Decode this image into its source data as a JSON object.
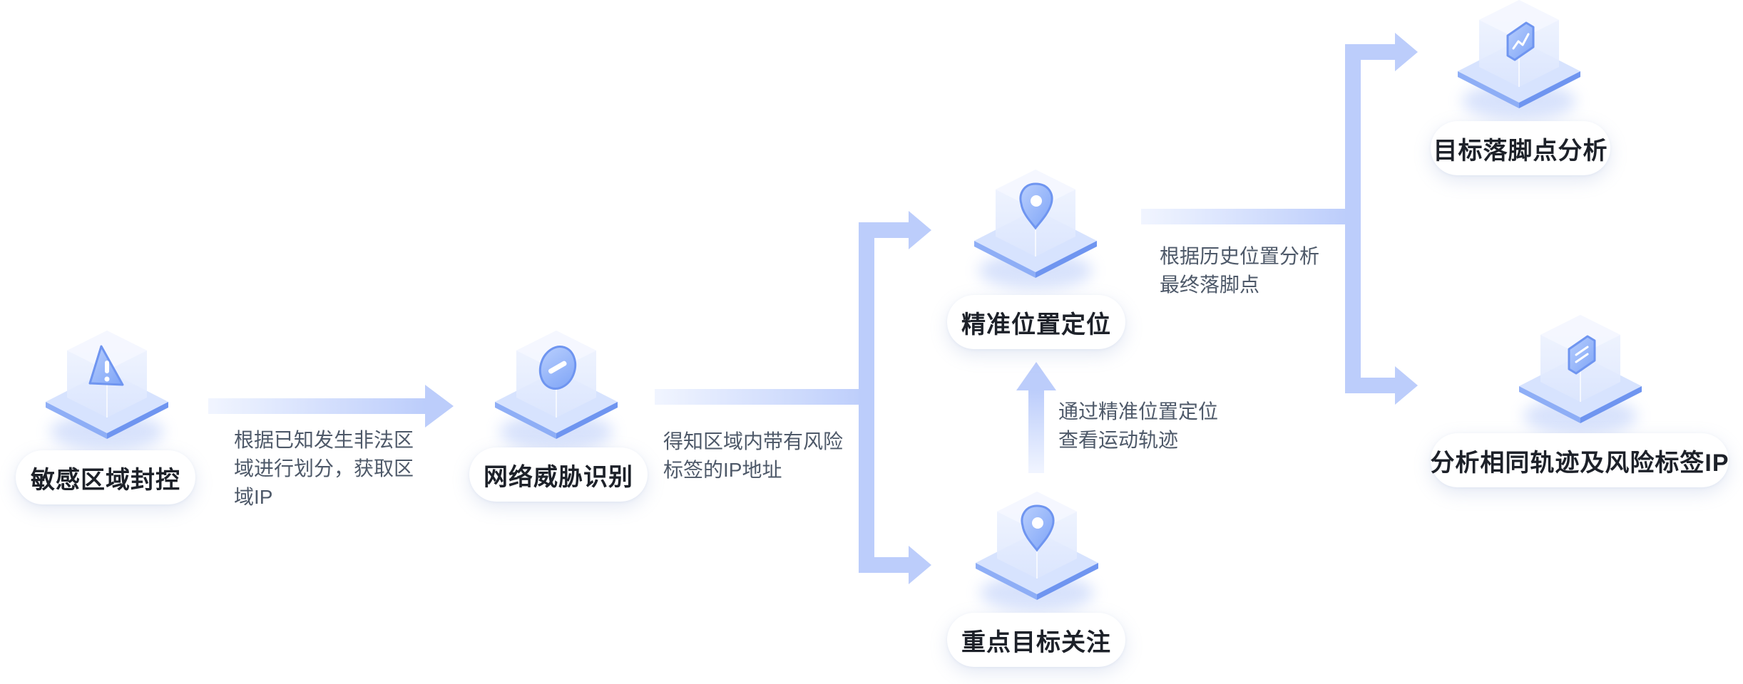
{
  "colors": {
    "arrow": "#bccdfb",
    "arrow_faint": "#eef3ff",
    "icon_face": "#8fb1fb",
    "cube": "#e8eefd",
    "pill_text": "#1d2129",
    "note_text": "#4e5969"
  },
  "nodes": {
    "sensitive_area": {
      "label": "敏感区域封控",
      "icon": "warning-icon"
    },
    "network_threat": {
      "label": "网络威胁识别",
      "icon": "block-icon"
    },
    "precise_location": {
      "label": "精准位置定位",
      "icon": "location-pin-icon"
    },
    "key_target": {
      "label": "重点目标关注",
      "icon": "location-pin-icon"
    },
    "target_destination": {
      "label": "目标落脚点分析",
      "icon": "trend-chart-icon"
    },
    "same_trajectory": {
      "label": "分析相同轨迹及风险标签IP",
      "icon": "document-list-icon"
    }
  },
  "notes": {
    "divide_area": {
      "lines": [
        "根据已知发生非法区",
        "域进行划分，获取区",
        "域IP"
      ]
    },
    "risk_ip": {
      "lines": [
        "得知区域内带有风险",
        "标签的IP地址"
      ]
    },
    "trajectory": {
      "lines": [
        "通过精准位置定位",
        "查看运动轨迹"
      ]
    },
    "history": {
      "lines": [
        "根据历史位置分析",
        "最终落脚点"
      ]
    }
  }
}
